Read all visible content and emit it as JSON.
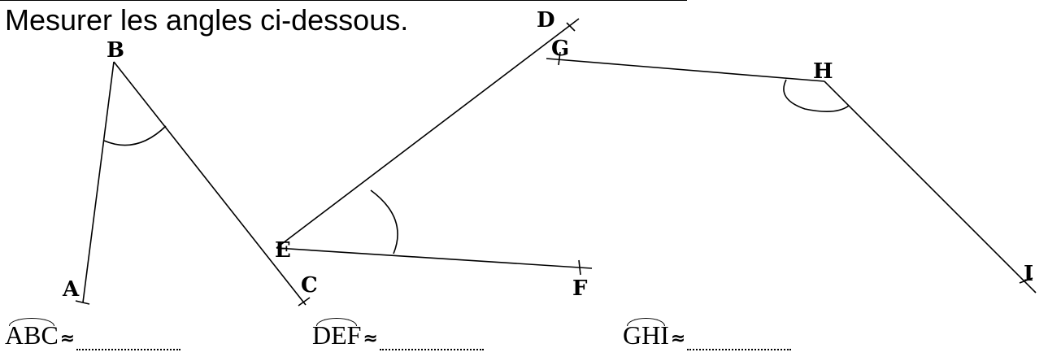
{
  "instruction": "Mesurer les angles ci-dessous.",
  "points": {
    "A": "A",
    "B": "B",
    "C": "C",
    "D": "D",
    "E": "E",
    "F": "F",
    "G": "G",
    "H": "H",
    "I": "I"
  },
  "answers": [
    {
      "angle": "ABC",
      "symbol": "≈"
    },
    {
      "angle": "DEF",
      "symbol": "≈"
    },
    {
      "angle": "GHI",
      "symbol": "≈"
    }
  ]
}
